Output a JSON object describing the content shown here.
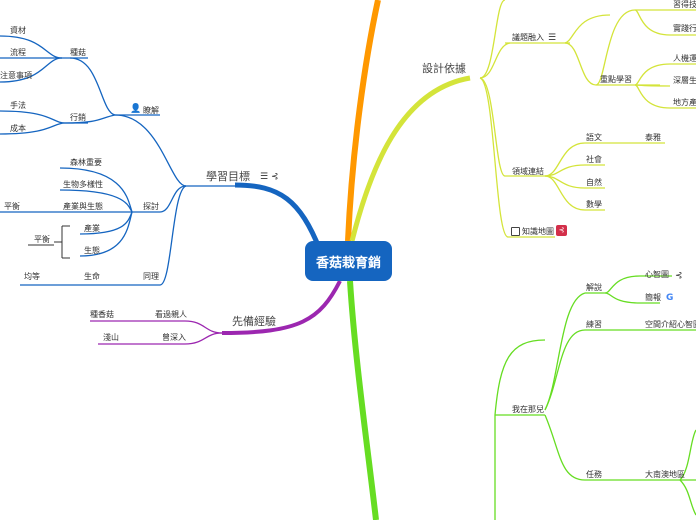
{
  "central": "香菇栽育銷",
  "learning_goals": {
    "title": "學習目標",
    "understand": "瞭解",
    "shiitake": "種菇",
    "material": "資材",
    "process": "流程",
    "notes": "注意事項",
    "marketing": "行銷",
    "technique": "手法",
    "cost": "成本",
    "explore": "探討",
    "forest": "森林重要",
    "biodiversity": "生物多樣性",
    "industry_eco": "產業與生態",
    "balance": "平衡",
    "industry": "產業",
    "ecology": "生態",
    "balance2": "平衡",
    "empathy": "同理",
    "life": "生命",
    "equal": "均等"
  },
  "prior": {
    "title": "先備經驗",
    "seen": "看過親人",
    "plant": "種香菇",
    "went": "曾深入",
    "mountain": "淺山"
  },
  "design": {
    "title": "設計依據",
    "issue": "議題融入",
    "learn_skill": "習得技",
    "practice": "實踐行",
    "key_learning": "重點學習",
    "hci": "人機運",
    "deep": "深層生",
    "local": "地方產",
    "domain": "領域連結",
    "chinese": "語文",
    "ecology_item": "泰雅",
    "society": "社會",
    "nature": "自然",
    "math": "數學",
    "knowledge_map": "知識地圖"
  },
  "current": {
    "title": "我在那兒",
    "explain": "解說",
    "mindmap": "心智圖",
    "briefing": "簡報",
    "exercise": "練習",
    "spatial": "空間介紹心智圖",
    "task": "任務",
    "area": "大南澳地區"
  },
  "colors": {
    "blue": "#1565c0",
    "purple": "#9c27b0",
    "green": "#66dd22",
    "yellow": "#d4e43a",
    "orange": "#ff9800"
  }
}
